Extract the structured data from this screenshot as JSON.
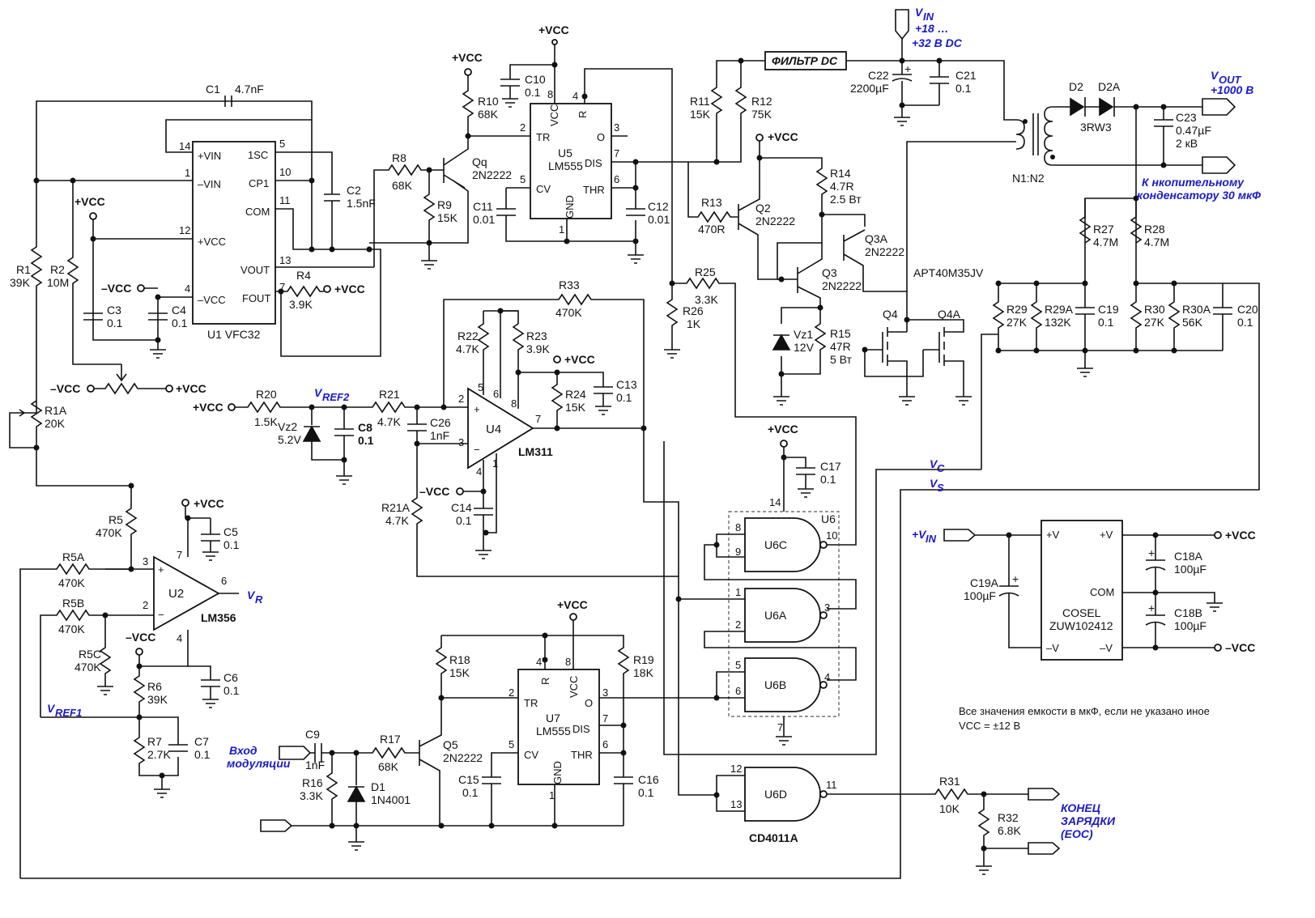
{
  "power": {
    "vin_label": "V",
    "vin_sub": "IN",
    "vin_range1": "+18 …",
    "vin_range2": "+32 В DC",
    "filter": "ФИЛЬТР DC",
    "vout_label": "V",
    "vout_sub": "OUT",
    "vout_value": "+1000 В",
    "storage_note1": "К нкопительному",
    "storage_note2": "конденсатору 30 мкФ",
    "vcc": "+VCC",
    "nvcc": "–VCC"
  },
  "u1": {
    "name": "U1  VFC32",
    "pins": [
      "+VIN",
      "–VIN",
      "+VCC",
      "–VCC",
      "1SC",
      "CP1",
      "COM",
      "VOUT",
      "FOUT"
    ],
    "pin_nums": [
      "14",
      "1",
      "12",
      "4",
      "5",
      "10",
      "11",
      "13",
      "7"
    ]
  },
  "u5": {
    "name": "U5",
    "part": "LM555",
    "pins": [
      "TR",
      "CV",
      "VCC",
      "R",
      "O",
      "DIS",
      "THR",
      "GND"
    ]
  },
  "u7": {
    "name": "U7",
    "part": "LM555",
    "pins": [
      "TR",
      "CV",
      "VCC",
      "R",
      "O",
      "DIS",
      "THR",
      "GND"
    ]
  },
  "u4": {
    "name": "U4",
    "part": "LM311"
  },
  "u2": {
    "name": "U2",
    "part": "LM356"
  },
  "u6": {
    "name": "U6",
    "part": "CD4011A",
    "gates": [
      "U6C",
      "U6A",
      "U6B",
      "U6D"
    ]
  },
  "cosel": {
    "name": "COSEL",
    "part": "ZUW102412",
    "pins": [
      "+V",
      "–V",
      "+V",
      "COM",
      "–V"
    ]
  },
  "signals": {
    "vref2": "V",
    "vref2_sub": "REF2",
    "vref1": "V",
    "vref1_sub": "REF1",
    "vr": "V",
    "vr_sub": "R",
    "vc": "V",
    "vc_sub": "C",
    "vs": "V",
    "vs_sub": "S",
    "mod_in1": "Вход",
    "mod_in2": "модуляции",
    "eoc1": "КОНЕЦ",
    "eoc2": "ЗАРЯДКИ",
    "eoc3": "(EOC)",
    "vin2": "+V",
    "vin2_sub": "IN"
  },
  "components": {
    "C1": "C1",
    "C1v": "4.7nF",
    "C2": "C2",
    "C2v": "1.5nF",
    "C3": "C3",
    "C3v": "0.1",
    "C4": "C4",
    "C4v": "0.1",
    "R1": "R1",
    "R1v": "39K",
    "R2": "R2",
    "R2v": "10M",
    "R4": "R4",
    "R4v": "3.9K",
    "R1A": "R1A",
    "R1Av": "20K",
    "R8": "R8",
    "R8v": "68K",
    "R9": "R9",
    "R9v": "15K",
    "R10": "R10",
    "R10v": "68K",
    "Qq": "Qq",
    "Qqv": "2N2222",
    "C10": "C10",
    "C10v": "0.1",
    "C11": "C11",
    "C11v": "0.01",
    "C12": "C12",
    "C12v": "0.01",
    "R11": "R11",
    "R11v": "15K",
    "R12": "R12",
    "R12v": "75K",
    "C22": "C22",
    "C22v": "2200µF",
    "C21": "C21",
    "C21v": "0.1",
    "D2": "D2",
    "D2A": "D2A",
    "D2v": "3RW3",
    "C23": "C23",
    "C23v": "0.47µF",
    "C23v2": "2 кВ",
    "N": "N1:N2",
    "R13": "R13",
    "R13v": "470R",
    "Q2": "Q2",
    "Q2v": "2N2222",
    "R14": "R14",
    "R14v": "4.7R",
    "R14v2": "2.5 Вт",
    "Q3A": "Q3A",
    "Q3Av": "2N2222",
    "Q3": "Q3",
    "Q3v": "2N2222",
    "APT": "APT40M35JV",
    "Q4": "Q4",
    "Q4A": "Q4A",
    "R25": "R25",
    "R25v": "3.3K",
    "R26": "R26",
    "R26v": "1K",
    "Vz1": "Vz1",
    "Vz1v": "12V",
    "R15": "R15",
    "R15v": "47R",
    "R15v2": "5 Вт",
    "R27": "R27",
    "R27v": "4.7M",
    "R28": "R28",
    "R28v": "4.7M",
    "R29": "R29",
    "R29v": "27K",
    "R29A": "R29A",
    "R29Av": "132K",
    "C19": "C19",
    "C19v": "0.1",
    "R30": "R30",
    "R30v": "27K",
    "R30A": "R30A",
    "R30Av": "56K",
    "C20": "C20",
    "C20v": "0.1",
    "R33": "R33",
    "R33v": "470K",
    "R22": "R22",
    "R22v": "4.7K",
    "R23": "R23",
    "R23v": "3.9K",
    "R24": "R24",
    "R24v": "15K",
    "C13": "C13",
    "C13v": "0.1",
    "R20": "R20",
    "R20v": "1.5K",
    "Vz2": "Vz2",
    "Vz2v": "5.2V",
    "C8": "C8",
    "C8v": "0.1",
    "R21": "R21",
    "R21v": "4.7K",
    "C26": "C26",
    "C26v": "1nF",
    "R21A": "R21A",
    "R21Av": "4.7K",
    "C14": "C14",
    "C14v": "0.1",
    "C17": "C17",
    "C17v": "0.1",
    "R5": "R5",
    "R5v": "470K",
    "C5": "C5",
    "C5v": "0.1",
    "R5A": "R5A",
    "R5Av": "470K",
    "R5B": "R5B",
    "R5Bv": "470K",
    "R5C": "R5C",
    "R5Cv": "470K",
    "R6": "R6",
    "R6v": "39K",
    "C6": "C6",
    "C6v": "0.1",
    "R7": "R7",
    "R7v": "2.7K",
    "C7": "C7",
    "C7v": "0.1",
    "R18": "R18",
    "R18v": "15K",
    "R19": "R19",
    "R19v": "18K",
    "C9": "C9",
    "C9v": "1nF",
    "R17": "R17",
    "R17v": "68K",
    "Q5": "Q5",
    "Q5v": "2N2222",
    "R16": "R16",
    "R16v": "3.3K",
    "D1": "D1",
    "D1v": "1N4001",
    "C15": "C15",
    "C15v": "0.1",
    "C16": "C16",
    "C16v": "0.1",
    "R31": "R31",
    "R31v": "10K",
    "R32": "R32",
    "R32v": "6.8K",
    "C19A": "C19A",
    "C19Av": "100µF",
    "C18A": "C18A",
    "C18Av": "100µF",
    "C18B": "C18B",
    "C18Bv": "100µF"
  },
  "notes": {
    "line1": "Все значения емкости в мкФ, если не указано иное",
    "line2": "VCC = ±12 В"
  }
}
